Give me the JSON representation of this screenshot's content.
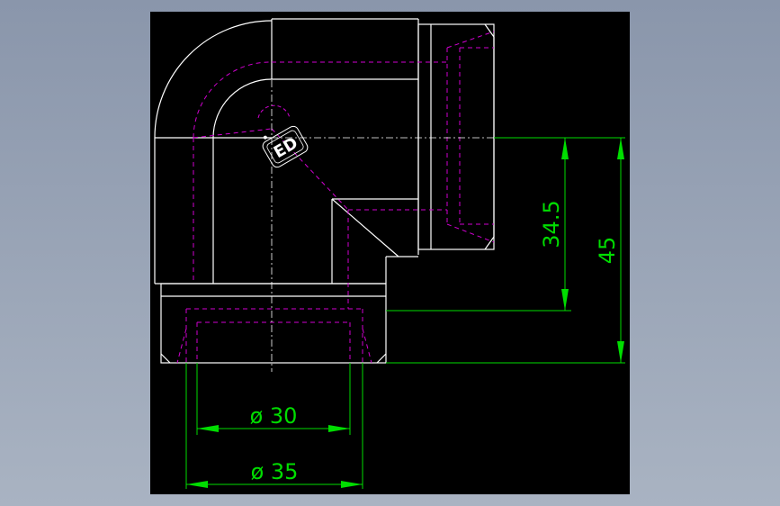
{
  "colors": {
    "viewport_bg": "#000000",
    "outline": "#ffffff",
    "hidden": "#d000d0",
    "dimension": "#00dd00",
    "centerline": "#ffffff"
  },
  "dimensions": {
    "d1": "ø 30",
    "d2": "ø 35",
    "v1": "34.5",
    "v2": "45"
  },
  "stamp": {
    "text": "ED"
  }
}
